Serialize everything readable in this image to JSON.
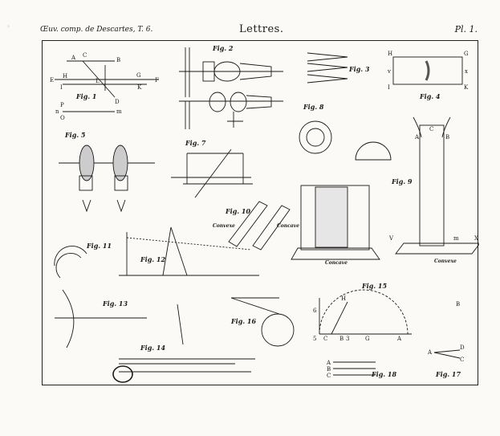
{
  "header": {
    "left": "Œuv. comp. de Descartes, T. 6.",
    "center": "Lettres.",
    "right": "Pl. 1."
  },
  "figures": {
    "f1": "Fig. 1",
    "f2": "Fig. 2",
    "f3": "Fig. 3",
    "f4": "Fig. 4",
    "f5": "Fig. 5",
    "f7": "Fig. 7",
    "f8": "Fig. 8",
    "f9": "Fig. 9",
    "f10": "Fig. 10",
    "f11": "Fig. 11",
    "f12": "Fig. 12",
    "f13": "Fig. 13",
    "f14": "Fig. 14",
    "f15": "Fig. 15",
    "f16": "Fig. 16",
    "f17": "Fig. 17",
    "f18": "Fig. 18"
  },
  "captions": {
    "concave": "Concave",
    "convexe": "Convexe",
    "convexe_label": "Convexe",
    "concave_label": "Concave"
  },
  "letters": {
    "f1": [
      "A",
      "C",
      "B",
      "E",
      "I",
      "L",
      "G",
      "F",
      "H",
      "K",
      "D",
      "P",
      "n",
      "O",
      "m"
    ],
    "f4": [
      "H",
      "G",
      "I",
      "K",
      "v",
      "x"
    ],
    "f9": [
      "A",
      "C",
      "B",
      "V",
      "X",
      "m"
    ],
    "f15": [
      "H",
      "6",
      "5",
      "C",
      "B",
      "3",
      "G",
      "A"
    ],
    "f17": [
      "B",
      "A",
      "D",
      "C"
    ],
    "f18": [
      "A",
      "B",
      "C"
    ]
  }
}
